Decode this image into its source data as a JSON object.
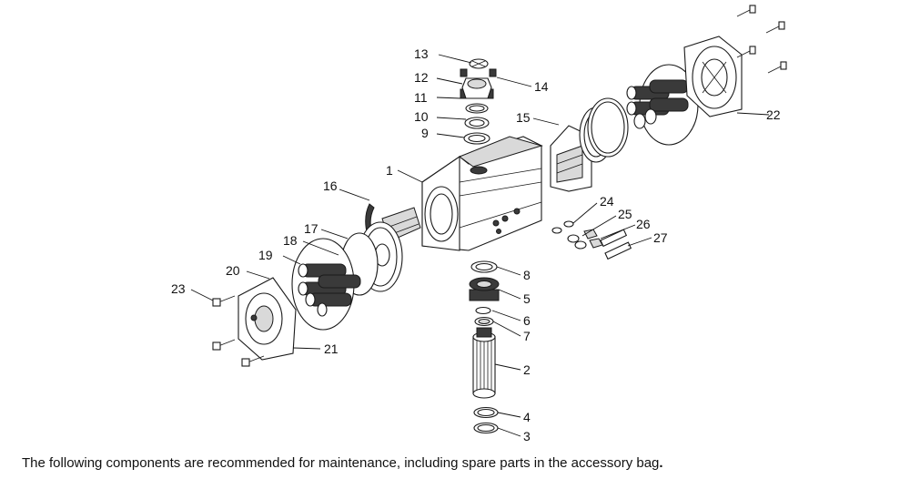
{
  "diagram": {
    "callouts": [
      {
        "id": "1",
        "text": "1"
      },
      {
        "id": "2",
        "text": "2"
      },
      {
        "id": "3",
        "text": "3"
      },
      {
        "id": "4",
        "text": "4"
      },
      {
        "id": "5",
        "text": "5"
      },
      {
        "id": "6",
        "text": "6"
      },
      {
        "id": "7",
        "text": "7"
      },
      {
        "id": "8",
        "text": "8"
      },
      {
        "id": "9",
        "text": "9"
      },
      {
        "id": "10",
        "text": "10"
      },
      {
        "id": "11",
        "text": "11"
      },
      {
        "id": "12",
        "text": "12"
      },
      {
        "id": "13",
        "text": "13"
      },
      {
        "id": "14",
        "text": "14"
      },
      {
        "id": "15",
        "text": "15"
      },
      {
        "id": "16",
        "text": "16"
      },
      {
        "id": "17",
        "text": "17"
      },
      {
        "id": "18",
        "text": "18"
      },
      {
        "id": "19",
        "text": "19"
      },
      {
        "id": "20",
        "text": "20"
      },
      {
        "id": "21",
        "text": "21"
      },
      {
        "id": "22",
        "text": "22"
      },
      {
        "id": "23",
        "text": "23"
      },
      {
        "id": "24",
        "text": "24"
      },
      {
        "id": "25",
        "text": "25"
      },
      {
        "id": "26",
        "text": "26"
      },
      {
        "id": "27",
        "text": "27"
      }
    ]
  },
  "caption": {
    "text": "The following components are recommended for maintenance, including spare parts in the accessory bag",
    "end_mark": "."
  }
}
